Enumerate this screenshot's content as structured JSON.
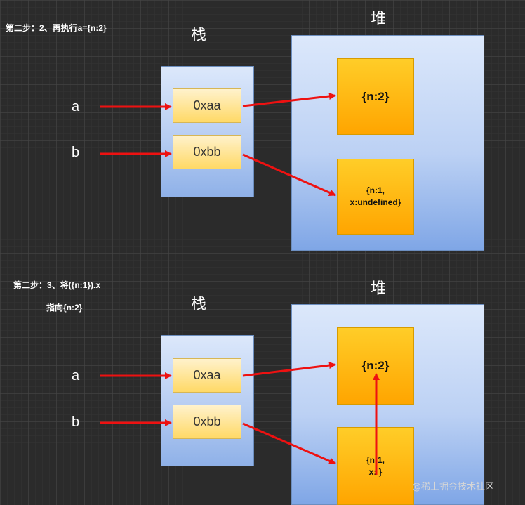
{
  "top": {
    "step_label": "第二步：2、再执行a={n:2}",
    "stack_title": "栈",
    "heap_title": "堆",
    "var_a": "a",
    "var_b": "b",
    "addr_a": "0xaa",
    "addr_b": "0xbb",
    "obj1": "{n:2}",
    "obj2_line1": "{n:1,",
    "obj2_line2": "x:undefined}"
  },
  "bottom": {
    "step_label_line1": "第二步：3、将({n:1}).x",
    "step_label_line2": "指向{n:2}",
    "stack_title": "栈",
    "heap_title": "堆",
    "var_a": "a",
    "var_b": "b",
    "addr_a": "0xaa",
    "addr_b": "0xbb",
    "obj1": "{n:2}",
    "obj2_line1": "{n:1,",
    "obj2_line2": "x:     }"
  },
  "watermark": "@稀土掘金技术社区",
  "colors": {
    "arrow": "#ee1111",
    "stack_border": "#6c8ebf",
    "addr_fill": "#ffe599",
    "obj_fill": "#ffb30f"
  }
}
